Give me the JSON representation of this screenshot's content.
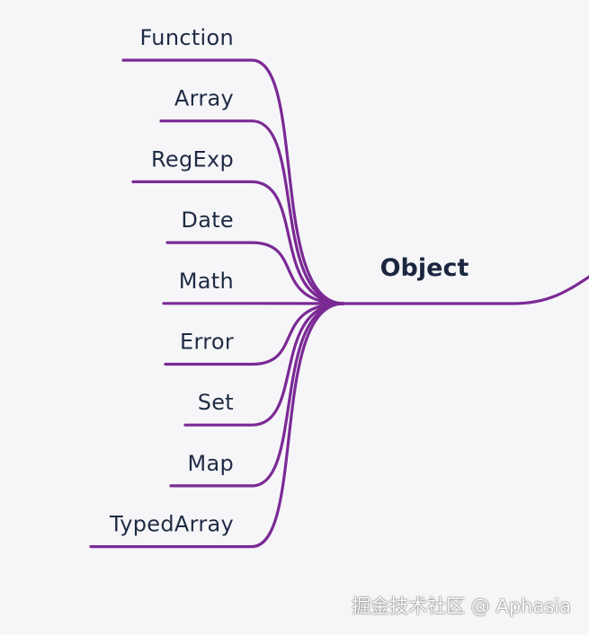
{
  "colors": {
    "branch": "#7b2a94",
    "text": "#1f2b44",
    "background": "#f6f6f9"
  },
  "mindmap": {
    "root": {
      "label": "Object"
    },
    "children": [
      {
        "label": "Function"
      },
      {
        "label": "Array"
      },
      {
        "label": "RegExp"
      },
      {
        "label": "Date"
      },
      {
        "label": "Math"
      },
      {
        "label": "Error"
      },
      {
        "label": "Set"
      },
      {
        "label": "Map"
      },
      {
        "label": "TypedArray"
      }
    ]
  },
  "watermark": {
    "text": "掘金技术社区 @ Aphasia"
  }
}
